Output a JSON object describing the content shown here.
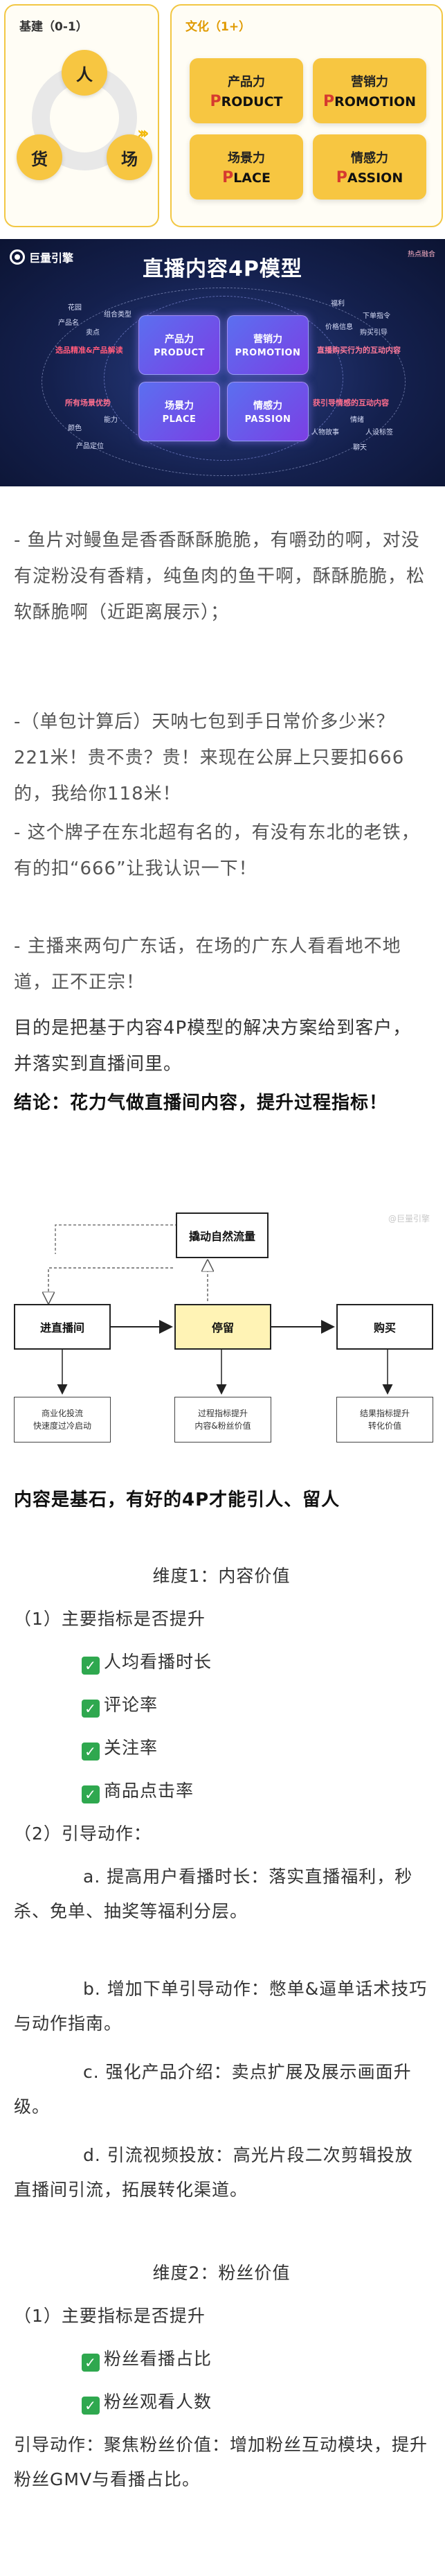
{
  "fig1": {
    "base_title": "基建（0-1）",
    "culture_title": "文化（1+）",
    "triangle": [
      "人",
      "货",
      "场"
    ],
    "cards": [
      {
        "cn": "产品力",
        "first": "P",
        "rest": "RODUCT"
      },
      {
        "cn": "营销力",
        "first": "P",
        "rest": "ROMOTION"
      },
      {
        "cn": "场景力",
        "first": "P",
        "rest": "LACE"
      },
      {
        "cn": "情感力",
        "first": "P",
        "rest": "ASSION"
      }
    ],
    "arrows": "›››"
  },
  "fig2": {
    "logo": "巨量引擎",
    "title": "直播内容4P模型",
    "tag": "热点融合",
    "core": [
      {
        "cn": "产品力",
        "en": "PRODUCT"
      },
      {
        "cn": "营销力",
        "en": "PROMOTION"
      },
      {
        "cn": "场景力",
        "en": "PLACE"
      },
      {
        "cn": "情感力",
        "en": "PASSION"
      }
    ],
    "tl_items": [
      "花园",
      "产品名",
      "组合类型",
      "卖点"
    ],
    "tl_label": "选品精准&产品解读",
    "tr_items": [
      "福利",
      "价格信息",
      "下单指令",
      "购买引导"
    ],
    "tr_label": "直播购买行为的互动内容",
    "bl_label": "所有场景优势",
    "bl_items": [
      "能力",
      "颜色",
      "产品定位"
    ],
    "br_label": "获引导情感的互动内容",
    "br_items": [
      "情绪",
      "人物故事",
      "人设标签",
      "聊天"
    ]
  },
  "block1": {
    "p1": "- 鱼片对鳗鱼是香香酥酥脆脆，有嚼劲的啊，对没有淀粉没有香精，纯鱼肉的鱼干啊，酥酥脆脆，松软酥脆啊（近距离展示）；",
    "p2": "-（单包计算后）天呐七包到手日常价多少米？221米！贵不贵？贵！来现在公屏上只要扣666的，我给你118米！",
    "p3": "- 这个牌子在东北超有名的，有没有东北的老铁，有的扣“666”让我认识一下！",
    "p4": "- 主播来两句广东话，在场的广东人看看地不地道，正不正宗！",
    "p5": "目的是把基于内容4P模型的解决方案给到客户，并落实到直播间里。",
    "conclusion": "结论：花力气做直播间内容，提升过程指标！"
  },
  "fig3": {
    "top_box": "撬动自然流量",
    "left_box": "进直播间",
    "mid_box": "停留",
    "right_box": "购买",
    "note_left": "商业化投流\n快速度过冷启动",
    "note_mid": "过程指标提升\n内容&粉丝价值",
    "note_right": "结果指标提升\n转化价值",
    "watermark": "@巨量引擎"
  },
  "section": {
    "heading": "内容是基石，有好的4P才能引人、留人",
    "dim1": "维度1：内容价值",
    "d1_q": "（1）主要指标是否提升",
    "d1_items": [
      "人均看播时长",
      "评论率",
      "关注率",
      "商品点击率"
    ],
    "d1_actions_title": "（2）引导动作：",
    "d1_a": "a. 提高用户看播时长：落实直播福利，秒杀、免单、抽奖等福利分层。",
    "d1_b": "b. 增加下单引导动作：憋单&逼单话术技巧与动作指南。",
    "d1_c": "c. 强化产品介绍：卖点扩展及展示画面升级。",
    "d1_d": "d. 引流视频投放：高光片段二次剪辑投放直播间引流，拓展转化渠道。",
    "dim2": "维度2：粉丝价值",
    "d2_q": "（1）主要指标是否提升",
    "d2_items": [
      "粉丝看播占比",
      "粉丝观看人数"
    ],
    "d2_action": "引导动作：聚焦粉丝价值：增加粉丝互动模块，提升粉丝GMV与看播占比。"
  },
  "colors": {
    "gold": "#f7c641",
    "accent_red": "#d63a2f",
    "dark_bg": "#14204d",
    "check_green": "#2fa84f"
  }
}
